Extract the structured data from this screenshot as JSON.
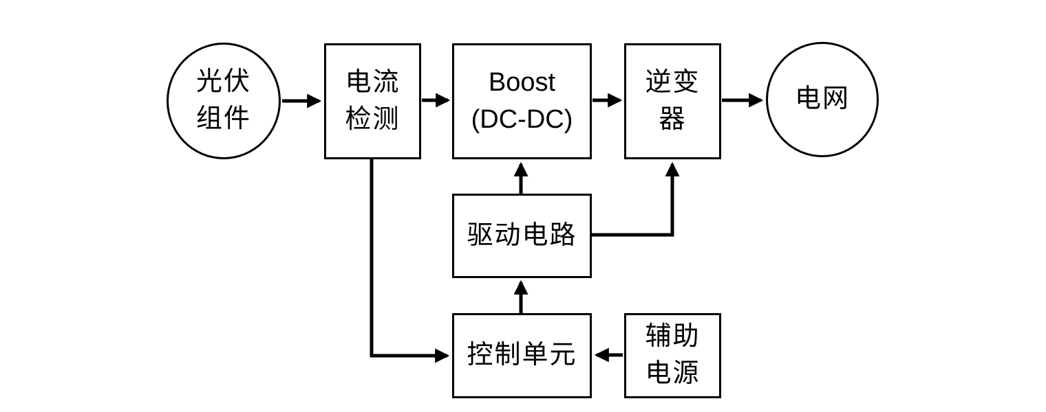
{
  "page": {
    "background": "#ffffff",
    "line_color": "#000000",
    "text_color": "#000000"
  },
  "diagram": {
    "type": "block-diagram",
    "description_nodes": {
      "pv_module": {
        "shape": "ellipse",
        "line1": "光伏",
        "line2": "组件"
      },
      "current_detection": {
        "shape": "rect",
        "line1": "电流",
        "line2": "检测"
      },
      "boost": {
        "shape": "rect",
        "line1": "Boost",
        "line2": "(DC-DC)"
      },
      "inverter": {
        "shape": "rect",
        "line1": "逆变",
        "line2": "器"
      },
      "grid": {
        "shape": "ellipse",
        "line1": "电网"
      },
      "drive_circuit": {
        "shape": "rect",
        "line1": "驱动电路"
      },
      "control_unit": {
        "shape": "rect",
        "line1": "控制单元"
      },
      "aux_power": {
        "shape": "rect",
        "line1": "辅助",
        "line2": "电源"
      }
    },
    "edges": [
      {
        "from": "pv_module",
        "to": "current_detection"
      },
      {
        "from": "current_detection",
        "to": "boost"
      },
      {
        "from": "boost",
        "to": "inverter"
      },
      {
        "from": "inverter",
        "to": "grid"
      },
      {
        "from": "drive_circuit",
        "to": "boost"
      },
      {
        "from": "drive_circuit",
        "to": "inverter"
      },
      {
        "from": "control_unit",
        "to": "drive_circuit"
      },
      {
        "from": "current_detection",
        "to": "control_unit"
      },
      {
        "from": "aux_power",
        "to": "control_unit"
      }
    ]
  }
}
